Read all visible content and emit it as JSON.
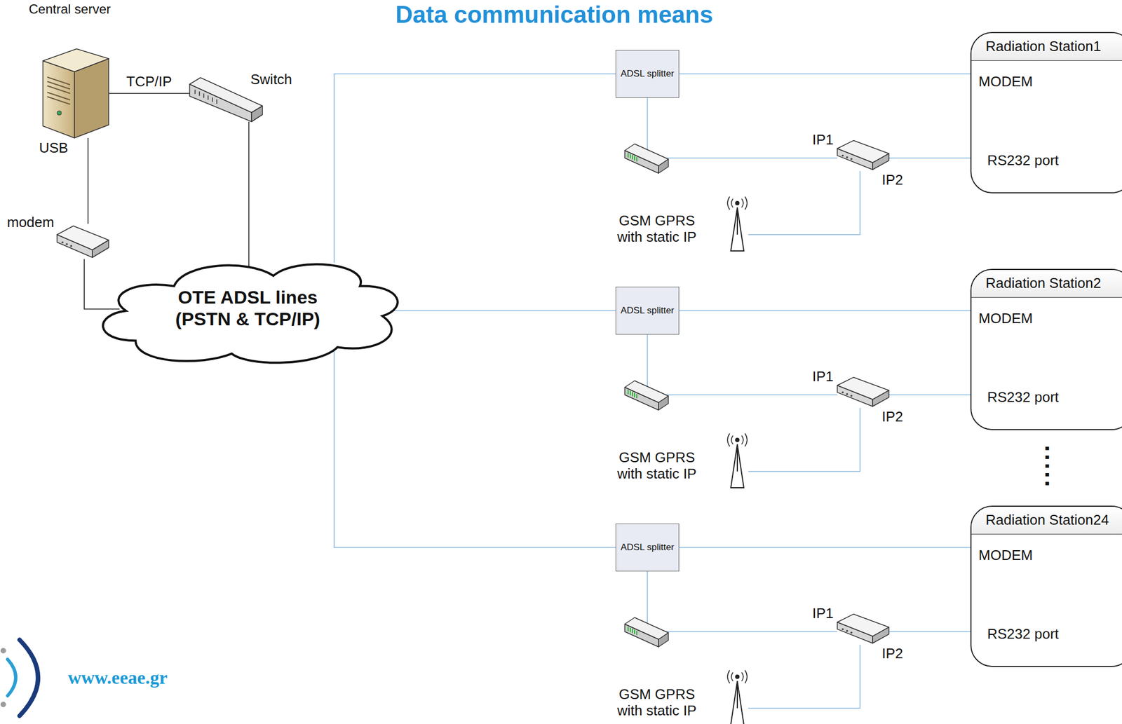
{
  "diagram": {
    "title": "Data communication means",
    "nodes": [
      {
        "text": [
          "Central server"
        ]
      },
      {
        "text": [
          "Switch"
        ]
      },
      {
        "text": [
          "modem"
        ]
      },
      {
        "text": [
          "OTE ADSL lines (PSTN & TCP/IP)"
        ]
      },
      {
        "text": [
          "ADSL splitter"
        ]
      },
      {
        "text": [
          "Radiation Station1",
          "MODEM",
          "RS232 port"
        ]
      },
      {
        "text": [
          "IP1",
          "IP2"
        ]
      },
      {
        "text": [
          "GSM GPRS with static IP"
        ]
      },
      {
        "text": [
          "ADSL splitter"
        ]
      },
      {
        "text": [
          "Radiation Station2",
          "MODEM",
          "RS232 port"
        ]
      },
      {
        "text": [
          "IP1",
          "IP2"
        ]
      },
      {
        "text": [
          "GSM GPRS with static IP"
        ]
      },
      {
        "text": [
          "ADSL splitter"
        ]
      },
      {
        "text": [
          "Radiation Station24",
          "MODEM",
          "RS232 port"
        ]
      },
      {
        "text": [
          "IP1",
          "IP2"
        ]
      },
      {
        "text": [
          "GSM GPRS with static IP"
        ]
      }
    ],
    "edges": [
      {
        "from": 0,
        "to": 1,
        "arrow": "none",
        "label": "TCP/IP"
      },
      {
        "from": 0,
        "to": 2,
        "arrow": "none"
      },
      {
        "from": 1,
        "to": 3,
        "arrow": "none"
      },
      {
        "from": 2,
        "to": 3,
        "arrow": "none"
      },
      {
        "from": 3,
        "to": 4,
        "arrow": "none"
      },
      {
        "from": 4,
        "to": 5,
        "arrow": "none"
      },
      {
        "from": 4,
        "to": 6,
        "arrow": "none"
      },
      {
        "from": 6,
        "to": 5,
        "arrow": "none"
      },
      {
        "from": 7,
        "to": 6,
        "arrow": "none"
      },
      {
        "from": 3,
        "to": 8,
        "arrow": "none"
      },
      {
        "from": 8,
        "to": 9,
        "arrow": "none"
      },
      {
        "from": 8,
        "to": 10,
        "arrow": "none"
      },
      {
        "from": 10,
        "to": 9,
        "arrow": "none"
      },
      {
        "from": 11,
        "to": 10,
        "arrow": "none"
      },
      {
        "from": 3,
        "to": 12,
        "arrow": "none"
      },
      {
        "from": 12,
        "to": 13,
        "arrow": "none"
      },
      {
        "from": 12,
        "to": 14,
        "arrow": "none"
      },
      {
        "from": 14,
        "to": 13,
        "arrow": "none"
      },
      {
        "from": 15,
        "to": 14,
        "arrow": "none"
      }
    ],
    "labels": [
      "USB",
      ".....",
      "www.eeae.gr"
    ]
  }
}
